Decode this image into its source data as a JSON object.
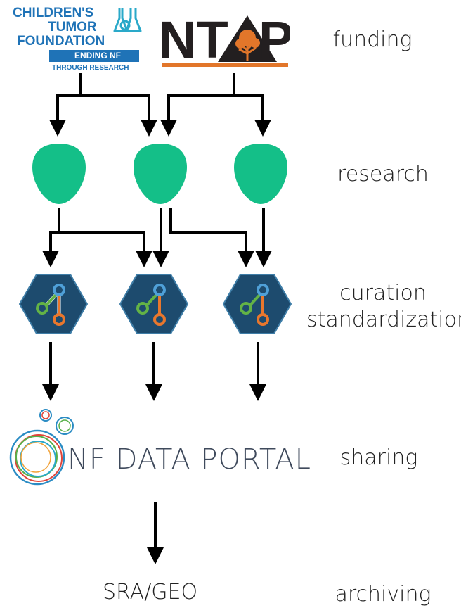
{
  "logos": {
    "ctf": {
      "line1": "CHILDREN'S",
      "line2": "TUMOR",
      "line3": "FOUNDATION",
      "banner": "ENDING NF",
      "tagline": "THROUGH RESEARCH",
      "color_blue": "#1f73b7",
      "color_teal": "#2aa9c9"
    },
    "ntap": {
      "left_letters": "NT",
      "right_letter": "P",
      "text_color": "#231f20",
      "accent_color": "#e2762a"
    }
  },
  "stages": {
    "funding": "funding",
    "research": "research",
    "curation_line1": "curation",
    "curation_line2": "standardization",
    "sharing": "sharing",
    "archiving": "archiving"
  },
  "portal": {
    "name": "NF DATA PORTAL"
  },
  "archive": {
    "name": "SRA/GEO"
  },
  "colors": {
    "researcher": "#14bf88",
    "hexagon_fill": "#1d4b6e",
    "hexagon_stroke": "#3f7ea8",
    "node_blue": "#4fa0d8",
    "node_green": "#63b346",
    "node_orange": "#e9772d",
    "arrow": "#000000"
  },
  "icons": {
    "researcher": "person-head-icon",
    "curation": "share-graph-hexagon-icon",
    "portal": "concentric-rings-icon"
  }
}
